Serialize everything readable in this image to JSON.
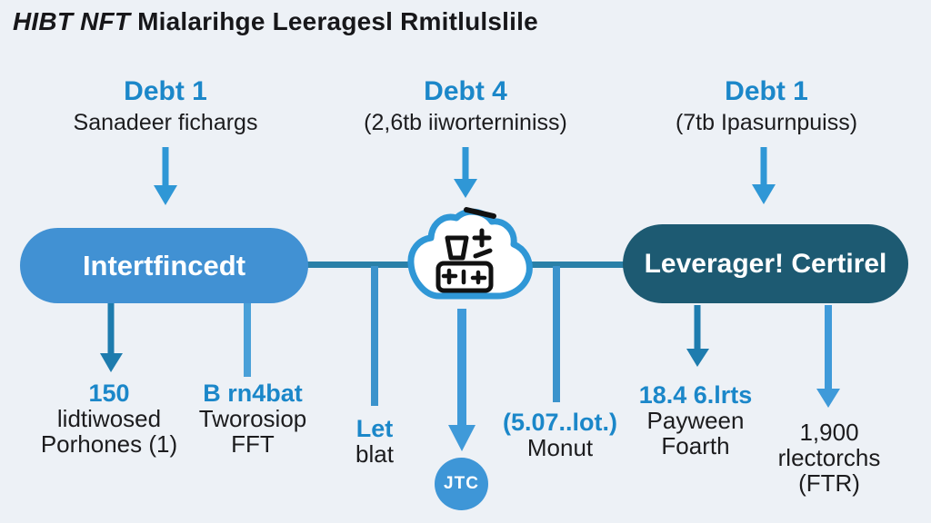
{
  "title": {
    "brand": "HIBT NFT",
    "text": "Mialarihge Leeragesl Rmitlulslile"
  },
  "columns": [
    {
      "heading": "Debt 1",
      "subheading": "Sanadeer fichargs"
    },
    {
      "heading": "Debt 4",
      "subheading": "(2,6tb iiworterniniss)"
    },
    {
      "heading": "Debt 1",
      "subheading": "(7tb Ipasurnpuiss)"
    }
  ],
  "nodes": {
    "left_pill_label": "Intertfincedt",
    "right_pill_label": "Leverager! Certirel",
    "cloud_icon": "cloud-calculator-icon",
    "badge_label": "JTC"
  },
  "leaf_groups": [
    {
      "value": "150",
      "lines": [
        "lidtiwosed",
        "Porhones (1)"
      ]
    },
    {
      "value": "B rn4bat",
      "lines": [
        "Tworosiop",
        "FFT"
      ]
    },
    {
      "value": "Let",
      "lines": [
        "blat"
      ]
    },
    {
      "value": "(5.07..lot.)",
      "lines": [
        "Monut"
      ]
    },
    {
      "value": "18.4 6.lrts",
      "lines": [
        "Payween",
        "Foarth"
      ]
    },
    {
      "value": "",
      "lines": [
        "1,900",
        "rlectorchs",
        "(FTR)"
      ]
    }
  ],
  "colors": {
    "background": "#edf1f6",
    "accent_blue": "#1b87c9",
    "pill_left_blue": "#4191d3",
    "pill_right_teal": "#1d5a72",
    "connector_teal": "#2a80a8",
    "arrow_light_blue": "#3f9ad9",
    "arrow_dark_teal": "#1e7cae",
    "top_arrow_blue": "#2f97d6",
    "text_dark": "#1c1c1e"
  }
}
